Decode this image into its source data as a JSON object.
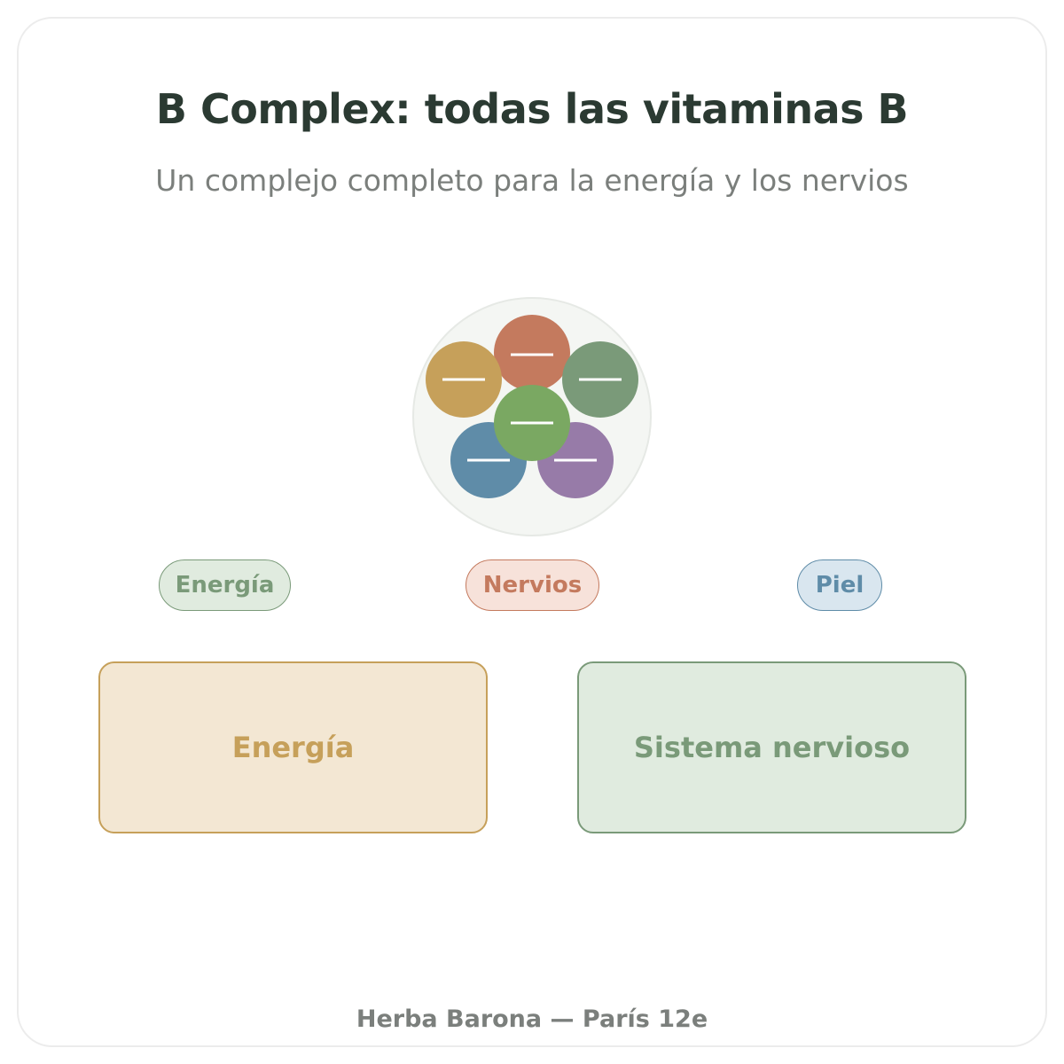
{
  "header": {
    "title": "B Complex: todas las vitaminas B",
    "subtitle": "Un complejo completo para la energía y los nervios"
  },
  "illustration": {
    "name": "vitamin-capsule-cluster",
    "background_color": "#f4f6f3",
    "spheres": [
      {
        "name": "sphere-orange",
        "color": "#c47a5e"
      },
      {
        "name": "sphere-gold",
        "color": "#c6a05a"
      },
      {
        "name": "sphere-sage",
        "color": "#7a9a79"
      },
      {
        "name": "sphere-blue",
        "color": "#5f8ca8"
      },
      {
        "name": "sphere-purple",
        "color": "#977ba8"
      },
      {
        "name": "sphere-green",
        "color": "#7aa862"
      }
    ]
  },
  "tags": [
    {
      "label": "Energía",
      "color": "#7a9a79"
    },
    {
      "label": "Nervios",
      "color": "#c47a5e"
    },
    {
      "label": "Piel",
      "color": "#5f8ca8"
    }
  ],
  "cards": [
    {
      "label": "Energía",
      "color": "#c6a05a"
    },
    {
      "label": "Sistema nervioso",
      "color": "#7a9a79"
    }
  ],
  "footer": {
    "text": "Herba Barona — París 12e"
  }
}
